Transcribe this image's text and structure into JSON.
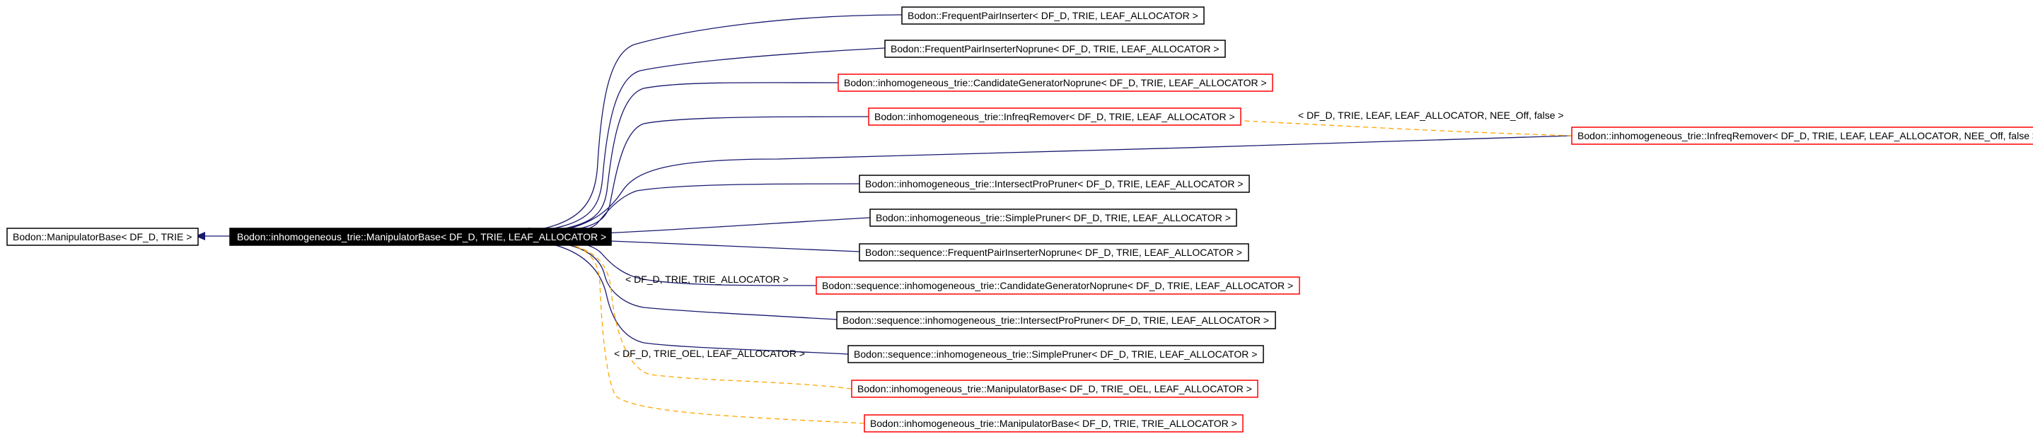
{
  "nodes": {
    "base": "Bodon::ManipulatorBase< DF_D, TRIE >",
    "focus": "Bodon::inhomogeneous_trie::ManipulatorBase< DF_D, TRIE, LEAF_ALLOCATOR >",
    "fp_inserter": "Bodon::FrequentPairInserter< DF_D, TRIE, LEAF_ALLOCATOR >",
    "fp_inserter_noprune": "Bodon::FrequentPairInserterNoprune< DF_D, TRIE, LEAF_ALLOCATOR >",
    "candgen_noprune": "Bodon::inhomogeneous_trie::CandidateGeneratorNoprune< DF_D, TRIE, LEAF_ALLOCATOR >",
    "infreq_remover": "Bodon::inhomogeneous_trie::InfreqRemover< DF_D, TRIE, LEAF_ALLOCATOR >",
    "infreq_remover_full": "Bodon::inhomogeneous_trie::InfreqRemover< DF_D, TRIE, LEAF, LEAF_ALLOCATOR, NEE_Off, false >",
    "intersect_pro": "Bodon::inhomogeneous_trie::IntersectProPruner< DF_D, TRIE, LEAF_ALLOCATOR >",
    "simple_pruner": "Bodon::inhomogeneous_trie::SimplePruner< DF_D, TRIE, LEAF_ALLOCATOR >",
    "seq_fp_noprune": "Bodon::sequence::FrequentPairInserterNoprune< DF_D, TRIE, LEAF_ALLOCATOR >",
    "seq_candgen_noprune": "Bodon::sequence::inhomogeneous_trie::CandidateGeneratorNoprune< DF_D, TRIE, LEAF_ALLOCATOR >",
    "seq_intersect_pro": "Bodon::sequence::inhomogeneous_trie::IntersectProPruner< DF_D, TRIE, LEAF_ALLOCATOR >",
    "seq_simple_pruner": "Bodon::sequence::inhomogeneous_trie::SimplePruner< DF_D, TRIE, LEAF_ALLOCATOR >",
    "manip_oel": "Bodon::inhomogeneous_trie::ManipulatorBase< DF_D, TRIE_OEL, LEAF_ALLOCATOR >",
    "manip_trie_alloc": "Bodon::inhomogeneous_trie::ManipulatorBase< DF_D, TRIE, TRIE_ALLOCATOR >"
  },
  "edge_labels": {
    "infreq_full": "< DF_D, TRIE, LEAF, LEAF_ALLOCATOR, NEE_Off, false >",
    "trie_alloc": "< DF_D, TRIE, TRIE_ALLOCATOR >",
    "trie_oel": "< DF_D, TRIE_OEL, LEAF_ALLOCATOR >"
  },
  "colors": {
    "inheritance_edge": "#191970",
    "template_edge": "#ffa500",
    "undocumented_border": "#ff0000",
    "focus_fill": "#000000"
  }
}
